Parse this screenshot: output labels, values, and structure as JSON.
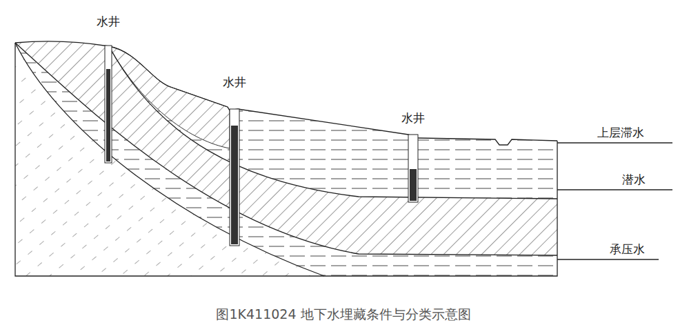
{
  "diagram": {
    "caption": "图1K411024 地下水埋藏条件与分类示意图",
    "labels": [
      "水井",
      "水井",
      "水井",
      "上层滞水",
      "潜水",
      "承压水"
    ]
  }
}
